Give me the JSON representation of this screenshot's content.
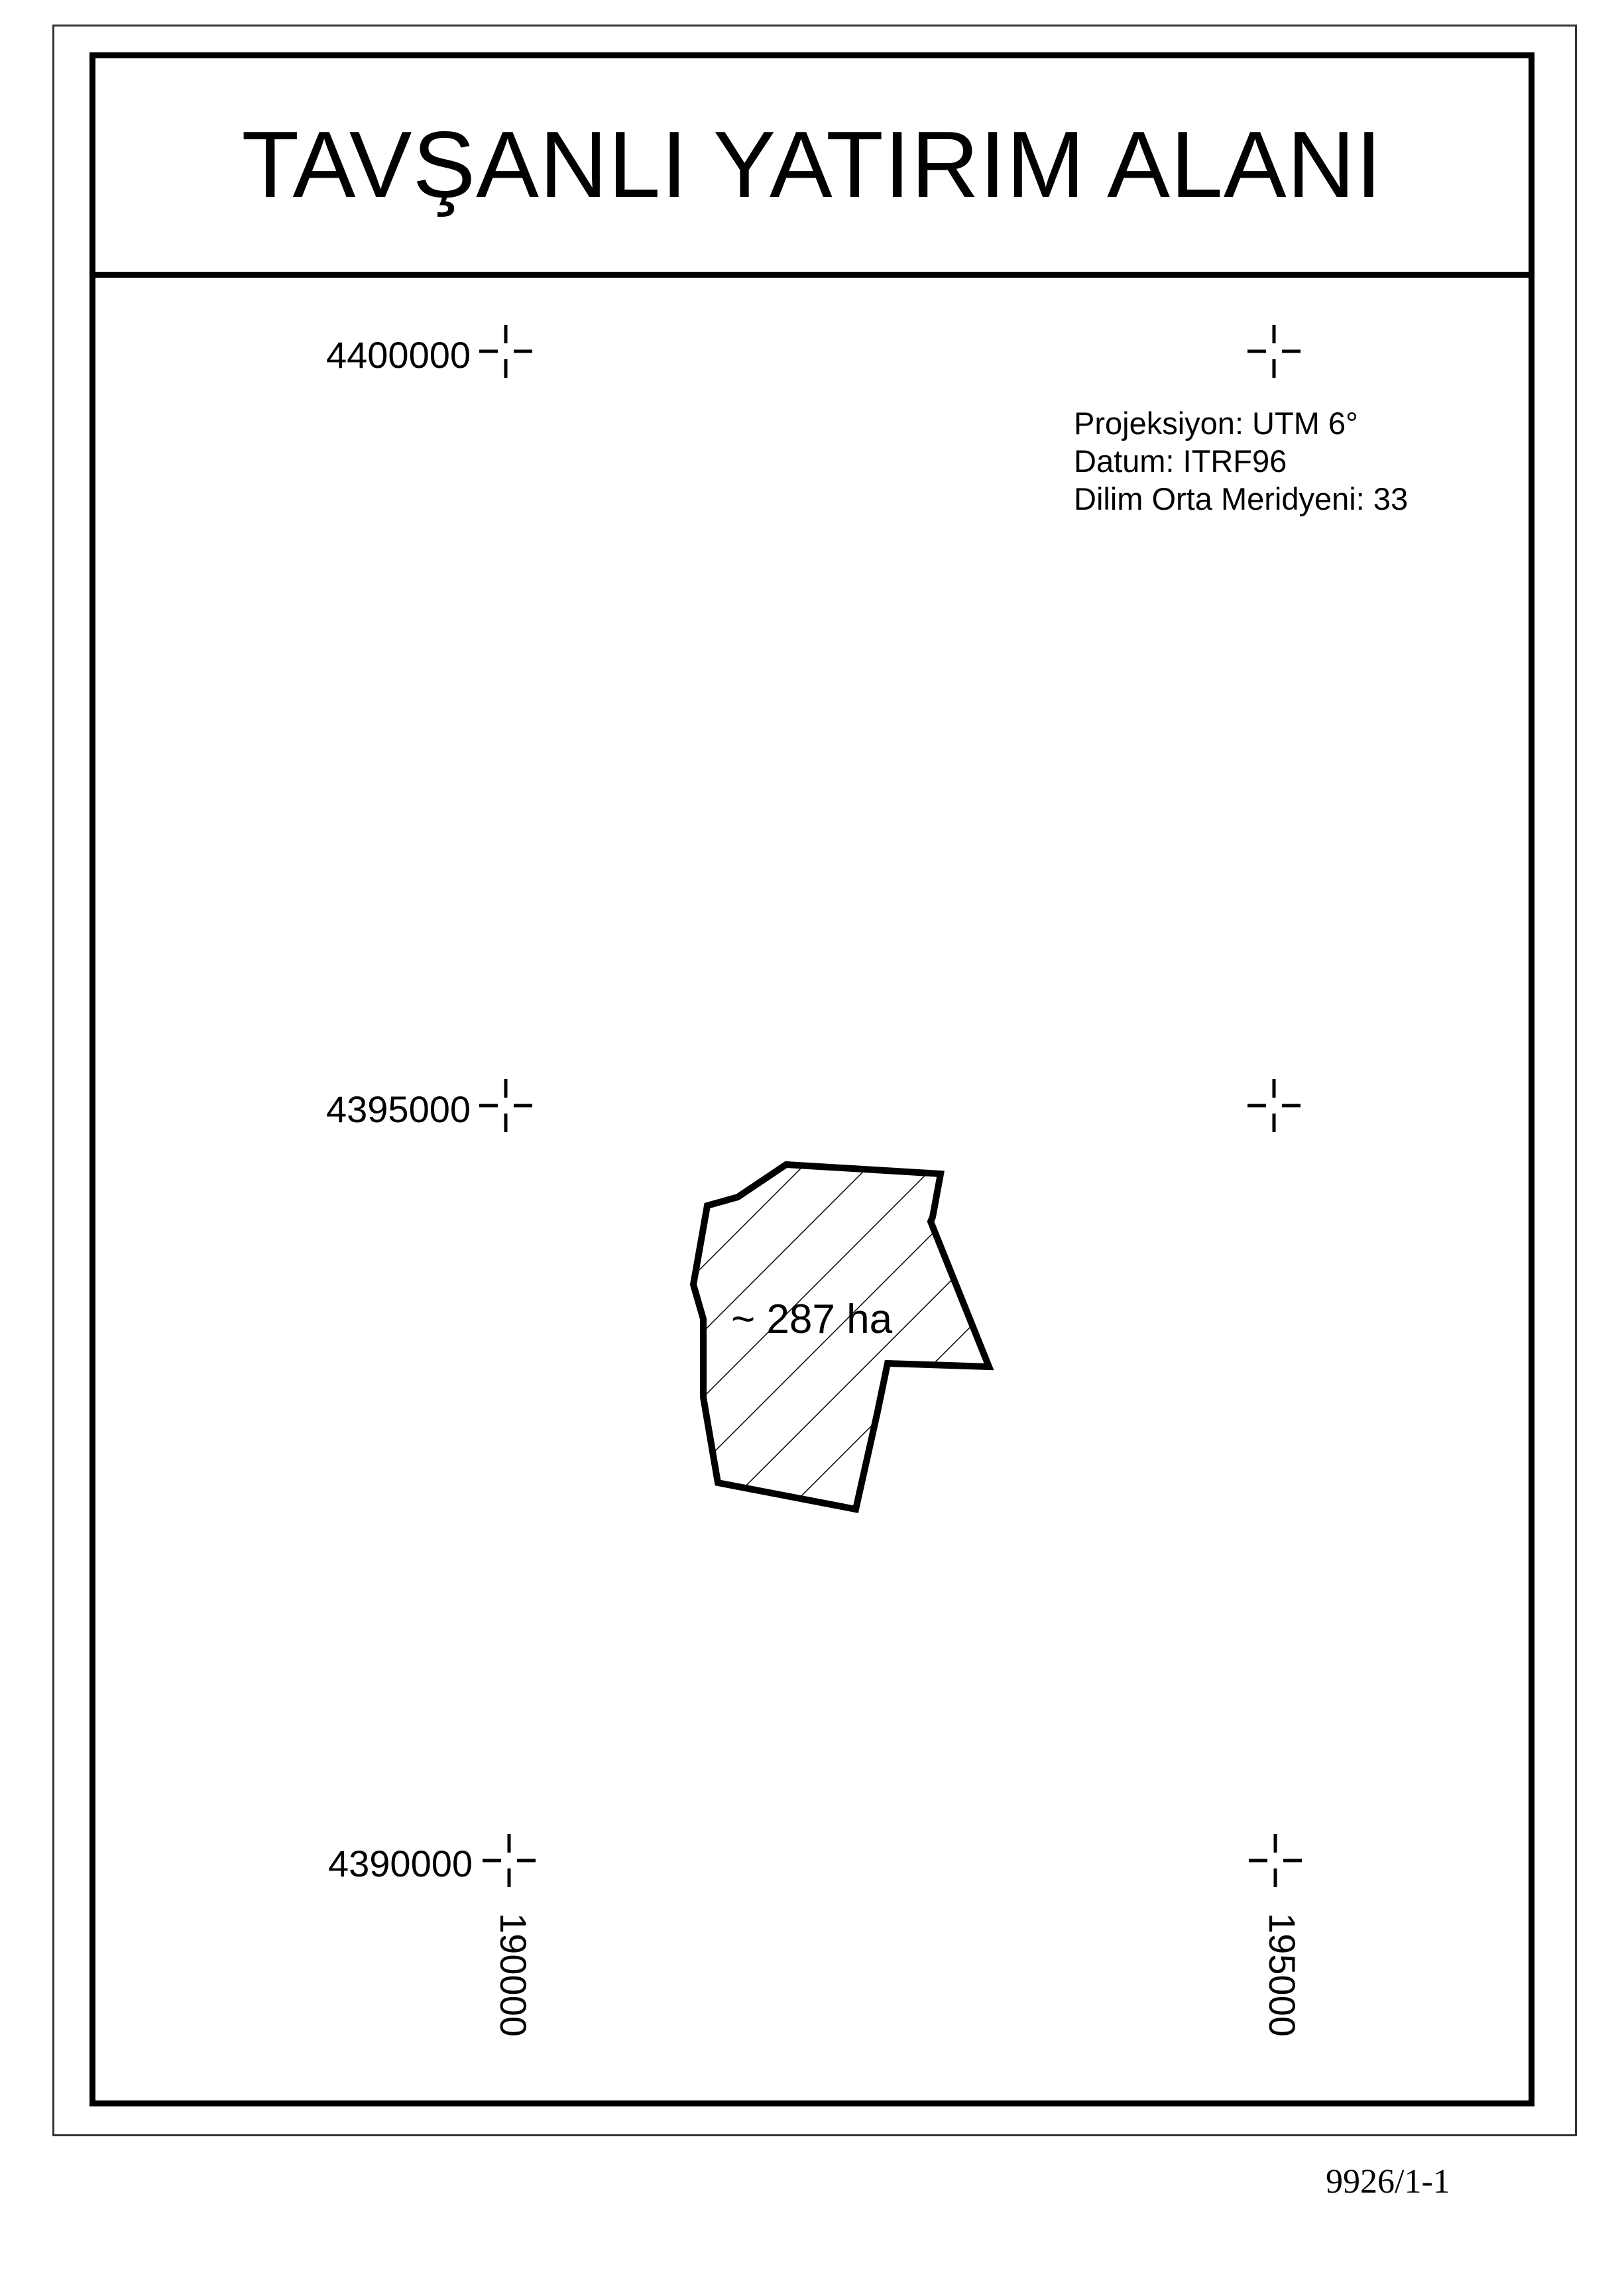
{
  "title": "TAVŞANLI YATIRIM ALANI",
  "grid": {
    "northings": [
      "4400000",
      "4395000",
      "4390000"
    ],
    "eastings": [
      "190000",
      "195000"
    ]
  },
  "projection": {
    "line1": "Projeksiyon: UTM 6°",
    "line2": "Datum: ITRF96",
    "line3": "Dilim Orta Meridyeni: 33"
  },
  "parcel": {
    "area_label": "~ 287 ha",
    "fill_pattern": "diagonal-hatch",
    "outline_color": "#000000"
  },
  "sheet_number": "9926/1-1"
}
